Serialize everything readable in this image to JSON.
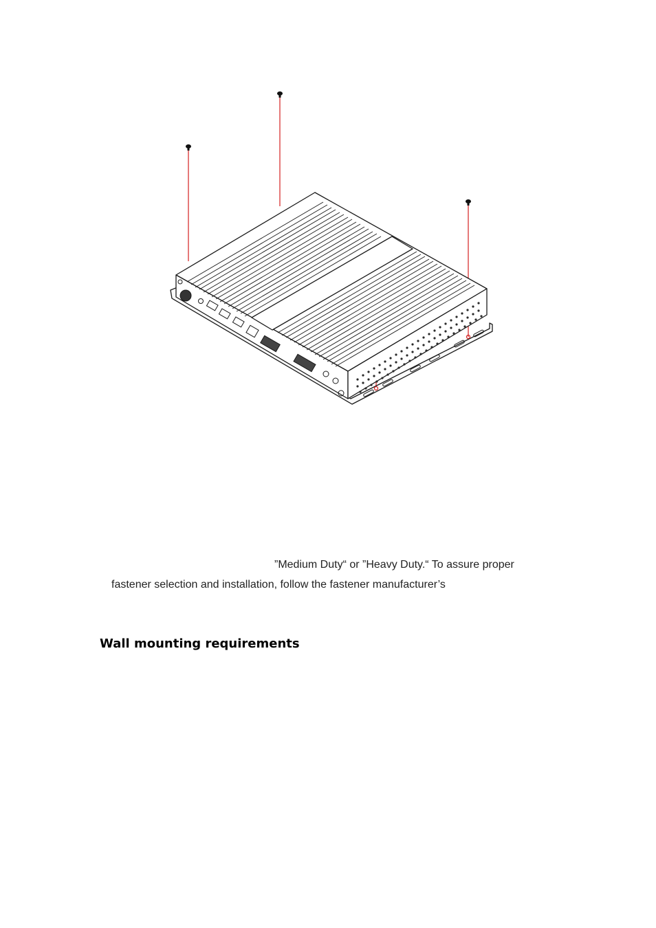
{
  "body_text": {
    "line1": "”Medium Duty“ or ”Heavy Duty.“ To assure proper",
    "line2": "fastener selection and installation, follow the fastener manufacturer’s"
  },
  "section": {
    "heading": "Wall mounting requirements"
  },
  "colors": {
    "guide_line": "#d42020",
    "outline": "#1a1a1a"
  },
  "icons": [
    "screw-icon"
  ]
}
